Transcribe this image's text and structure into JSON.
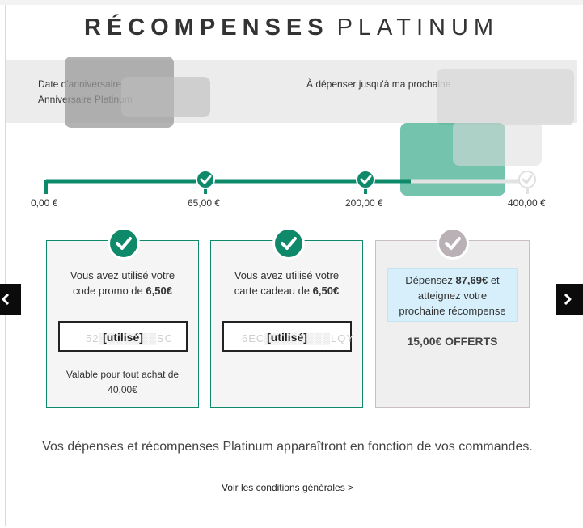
{
  "header": {
    "title_bold": "RÉCOMPENSES",
    "title_light": "PLATINUM"
  },
  "info": {
    "birthday_label": "Date d'anniversaire",
    "anniversary_label": "Anniversaire Platinum",
    "spend_label": "À dépenser jusqu'à ma prochaine"
  },
  "progress": {
    "ticks": [
      "0,00 €",
      "65,00 €",
      "200,00 €",
      "400,00 €"
    ],
    "accent_color": "#0e8a6a",
    "inactive_color": "#d9d9d9"
  },
  "cards": [
    {
      "line1": "Vous avez utilisé votre",
      "line2_prefix": "code promo de ",
      "amount": "6,50€",
      "code_status": "[utilisé]",
      "note_line1": "Valable pour tout achat de",
      "note_line2": "40,00€"
    },
    {
      "line1": "Vous avez utilisé votre",
      "line2_prefix": "carte cadeau de ",
      "amount": "6,50€",
      "code_status": "[utilisé]"
    },
    {
      "spend_prefix": "Dépensez ",
      "spend_amount": "87,69€",
      "spend_suffix": " et",
      "line2": "atteignez votre",
      "line3": "prochaine récompense",
      "offer": "15,00€ OFFERTS"
    }
  ],
  "footer": {
    "text": "Vos dépenses et récompenses Platinum apparaîtront en fonction de vos commandes.",
    "link": "Voir les conditions générales >"
  },
  "icons": [
    "check-icon",
    "chevron-left-icon",
    "chevron-right-icon"
  ]
}
